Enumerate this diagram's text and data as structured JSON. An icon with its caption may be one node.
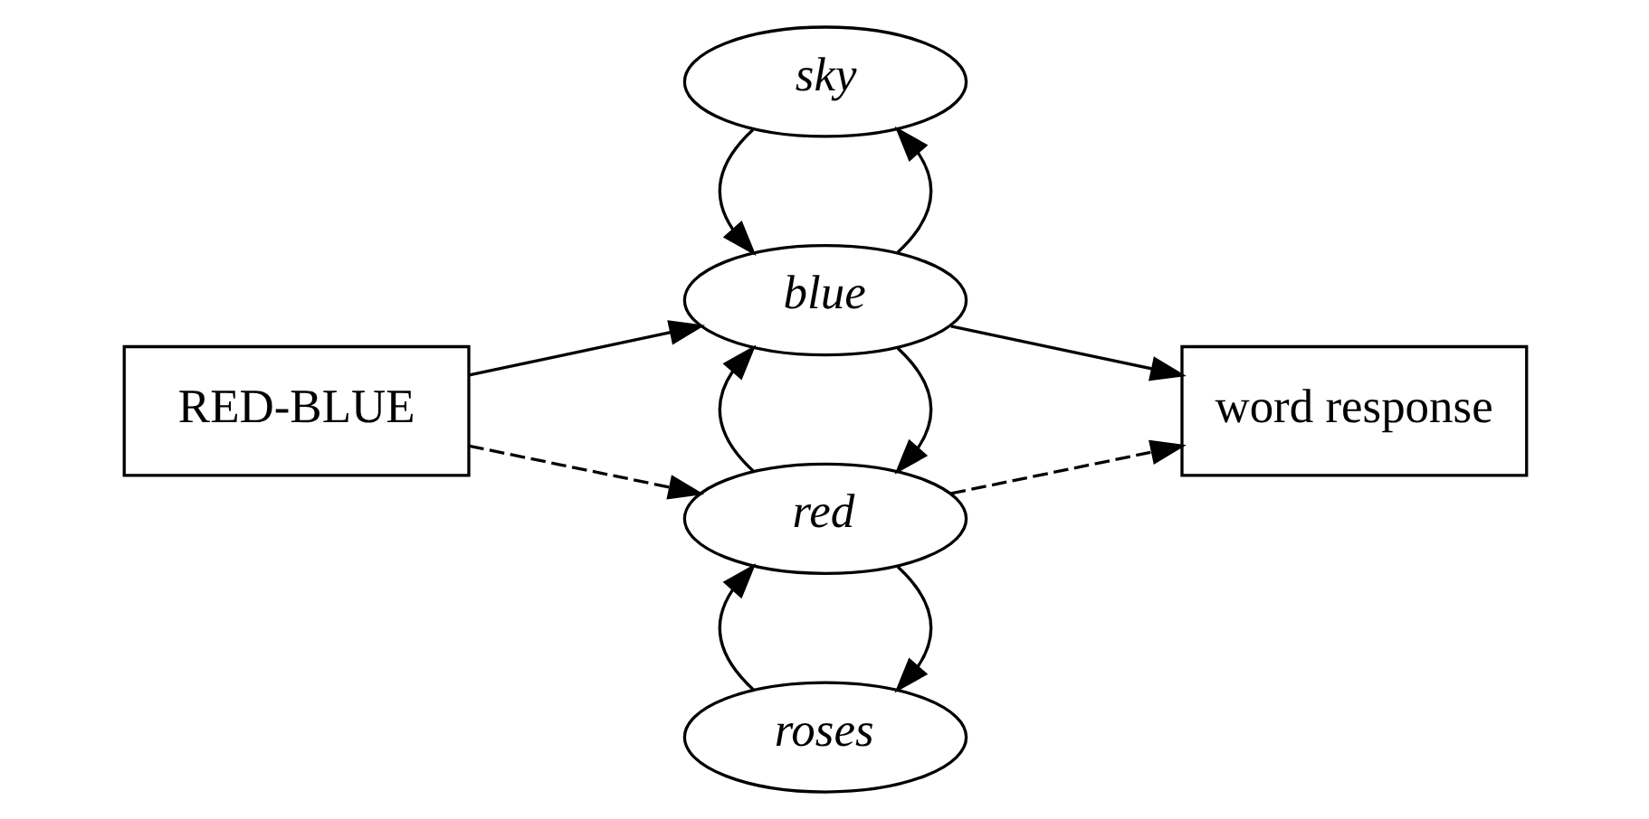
{
  "diagram": {
    "nodes": [
      {
        "text": [
          "RED-BLUE"
        ]
      },
      {
        "text": [
          "sky"
        ]
      },
      {
        "text": [
          "blue"
        ]
      },
      {
        "text": [
          "red"
        ]
      },
      {
        "text": [
          "roses"
        ]
      },
      {
        "text": [
          "word response"
        ]
      }
    ],
    "edges": [
      {
        "from": 0,
        "to": 2,
        "arrow": "to"
      },
      {
        "from": 0,
        "to": 3,
        "arrow": "to",
        "style": "dashed"
      },
      {
        "from": 2,
        "to": 1,
        "arrow": "to"
      },
      {
        "from": 1,
        "to": 2,
        "arrow": "to"
      },
      {
        "from": 2,
        "to": 3,
        "arrow": "to"
      },
      {
        "from": 3,
        "to": 2,
        "arrow": "to"
      },
      {
        "from": 3,
        "to": 4,
        "arrow": "to"
      },
      {
        "from": 4,
        "to": 3,
        "arrow": "to"
      },
      {
        "from": 2,
        "to": 5,
        "arrow": "to"
      },
      {
        "from": 3,
        "to": 5,
        "arrow": "to",
        "style": "dashed"
      }
    ]
  }
}
